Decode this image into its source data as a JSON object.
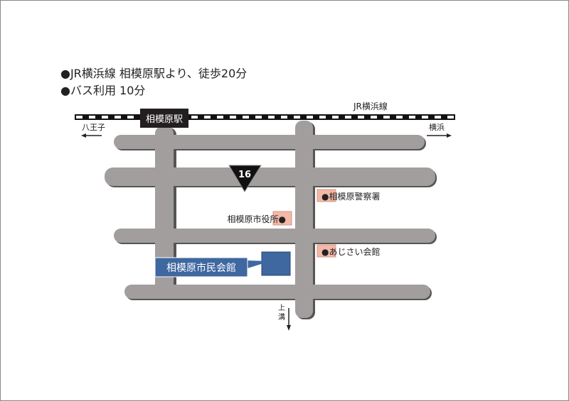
{
  "access": [
    "●JR横浜線 相模原駅より、徒歩20分",
    "●バス利用  10分"
  ],
  "railway": {
    "name": "JR横浜線",
    "station": "相模原駅",
    "west_direction": "八王子",
    "east_direction": "横浜"
  },
  "route_number": "16",
  "landmarks": {
    "police": "●相模原警察署",
    "city_hall": "相模原市役所●",
    "ajisai": "●あじさい会館",
    "venue": "相模原市民会館"
  },
  "south_direction": "上溝",
  "colors": {
    "road": "#a39e9e",
    "road_shadow": "#555555",
    "venue": "#3f67a0",
    "landmark_box": "#f4b8a8"
  }
}
